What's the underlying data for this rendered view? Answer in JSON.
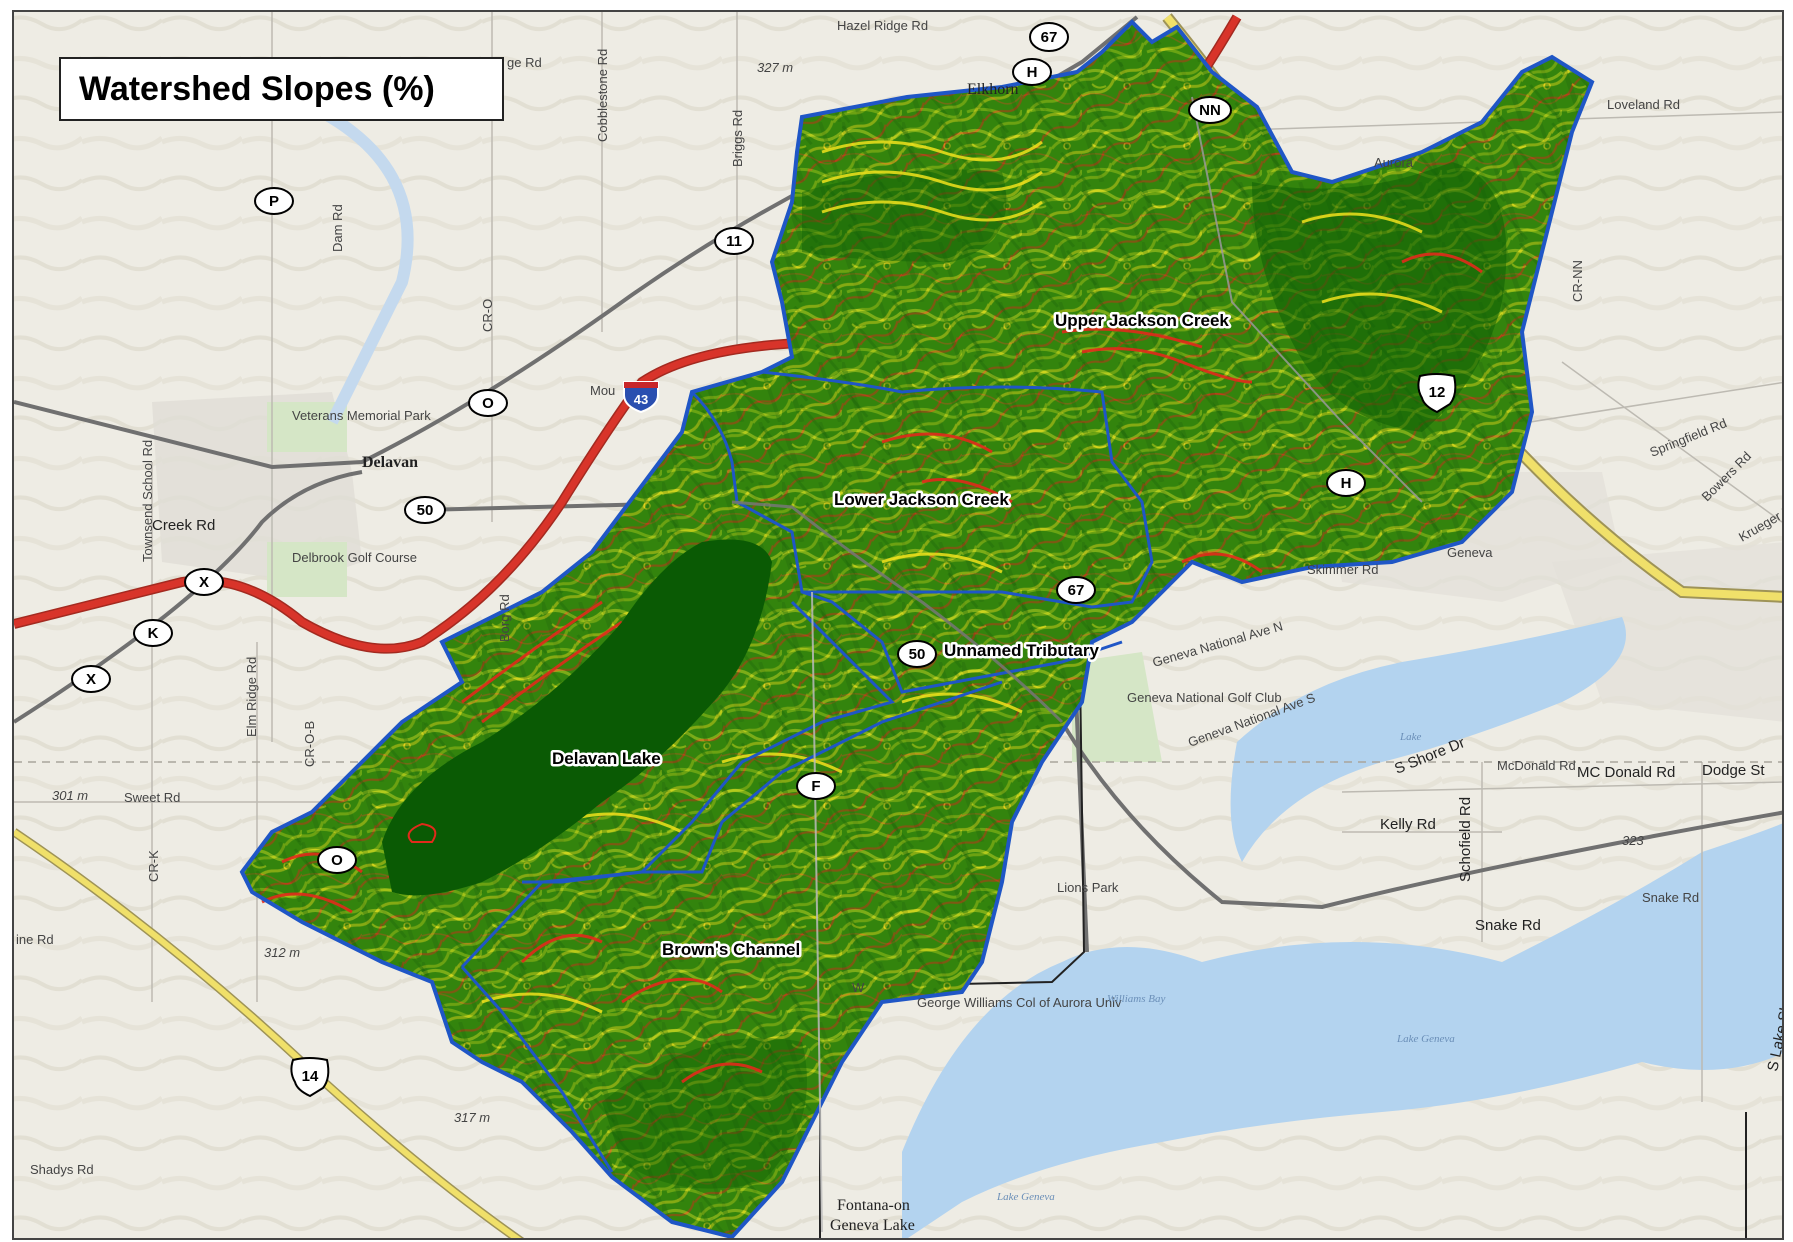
{
  "title": "Watershed Slopes (%)",
  "watersheds": [
    {
      "id": "upper-jackson-creek",
      "name": "Upper Jackson Creek"
    },
    {
      "id": "lower-jackson-creek",
      "name": "Lower Jackson Creek"
    },
    {
      "id": "unnamed-tributary",
      "name": "Unnamed Tributary"
    },
    {
      "id": "delavan-lake",
      "name": "Delavan Lake"
    },
    {
      "id": "browns-channel",
      "name": "Brown's Channel"
    }
  ],
  "places": {
    "elkhorn": "Elkhorn",
    "delavan": "Delavan",
    "fontana_line1": "Fontana-on",
    "fontana_line2": "Geneva Lake",
    "aurora": "Aurora",
    "geneva": "Geneva",
    "veterans_park": "Veterans Memorial Park",
    "delbrook": "Delbrook Golf Course",
    "geneva_national": "Geneva National Golf Club",
    "george_williams": "George Williams Col of Aurora Univ",
    "lions_park": "Lions Park"
  },
  "roads": {
    "hazel_ridge": "Hazel Ridge Rd",
    "cobblestone": "Cobblestone Rd",
    "briggs": "Briggs Rd",
    "dam": "Dam Rd",
    "creek": "Creek Rd",
    "elm_ridge": "Elm Ridge Rd",
    "sweet": "Sweet Rd",
    "cr_k": "CR-K",
    "cr_o": "CR-O",
    "cr_o_b": "CR-O-B",
    "borg": "Borg Rd",
    "town_school": "Townsend School Rd",
    "ine_rd": "ine Rd",
    "shadys": "Shadys Rd",
    "loveland": "Loveland Rd",
    "springfield": "Springfield Rd",
    "bowers": "Bowers Rd",
    "krueger": "Krueger Rd",
    "cr_nn": "CR-NN",
    "s_shore": "S Shore Dr",
    "mcdonald_small": "McDonald Rd",
    "mc_donald": "MC Donald Rd",
    "dodge": "Dodge St",
    "kelly": "Kelly Rd",
    "schofield": "Schofield Rd",
    "snake": "Snake Rd",
    "snake_small": "Snake Rd",
    "s_lake_shore": "S Lake Shore Dr",
    "geneva_national_ave": "Geneva National Ave N",
    "geneva_national_ave_s": "Geneva National Ave S",
    "mount": "Mou",
    "ge_rd": "ge Rd",
    "skimmer": "Skimmer Rd",
    "w_label": "W"
  },
  "elevations": [
    "327 m",
    "301 m",
    "312 m",
    "317 m",
    "323"
  ],
  "water_labels": {
    "williams_bay": "Williams Bay",
    "lake_geneva": "Lake Geneva",
    "lake_geneva_2": "Lake Geneva",
    "lake": "Lake"
  },
  "shields": [
    {
      "id": "67-top",
      "label": "67"
    },
    {
      "id": "h-top",
      "label": "H"
    },
    {
      "id": "nn",
      "label": "NN"
    },
    {
      "id": "p",
      "label": "P"
    },
    {
      "id": "11",
      "label": "11"
    },
    {
      "id": "o-delavan",
      "label": "O"
    },
    {
      "id": "i43",
      "label": "43"
    },
    {
      "id": "50-west",
      "label": "50"
    },
    {
      "id": "x-1",
      "label": "X"
    },
    {
      "id": "k",
      "label": "K"
    },
    {
      "id": "x-2",
      "label": "X"
    },
    {
      "id": "us12",
      "label": "12"
    },
    {
      "id": "h-east",
      "label": "H"
    },
    {
      "id": "67-mid",
      "label": "67"
    },
    {
      "id": "50-mid",
      "label": "50"
    },
    {
      "id": "f",
      "label": "F"
    },
    {
      "id": "o-sw",
      "label": "O"
    },
    {
      "id": "us14",
      "label": "14"
    }
  ],
  "colors": {
    "slope_low": "#0b5a05",
    "slope_mid": "#3f9a12",
    "slope_high": "#e8e020",
    "slope_steep": "#e8281c",
    "watershed_boundary": "#1f56c6",
    "water": "#b3d3ef",
    "interstate": "#d8342a",
    "us_highway": "#f0e06a",
    "state_road": "#707070"
  }
}
